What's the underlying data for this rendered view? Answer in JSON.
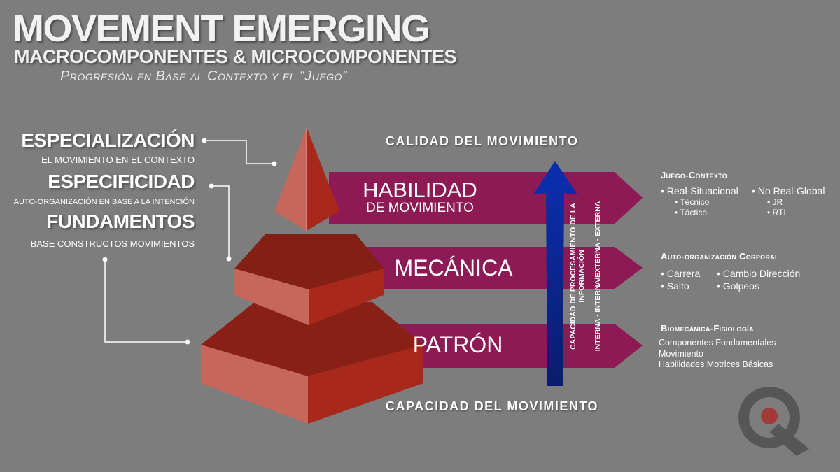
{
  "header": {
    "title": "MOVEMENT EMERGING",
    "subtitle": "MACROCOMPONENTES & MICROCOMPONENTES",
    "tagline": "Progresión en Base al Contexto y el “Juego”"
  },
  "levels": [
    {
      "title": "ESPECIALIZACIÓN",
      "desc": "EL MOVIMIENTO EN EL CONTEXTO"
    },
    {
      "title": "ESPECIFICIDAD",
      "desc": "AUTO-ORGANIZACIÓN EN BASE A LA INTENCIÓN"
    },
    {
      "title": "FUNDAMENTOS",
      "desc": "BASE CONSTRUCTOS MOVIMIENTOS"
    }
  ],
  "top_label": "CALIDAD DEL MOVIMIENTO",
  "bottom_label": "CAPACIDAD DEL MOVIMIENTO",
  "bands": [
    {
      "line1": "HABILIDAD",
      "line2": "DE MOVIMIENTO"
    },
    {
      "line1": "MECÁNICA"
    },
    {
      "line1": "PATRÓN"
    }
  ],
  "vertical_arrow": {
    "line1": "CAPACIDAD DE PROCESAMIENTO DE LA",
    "line2": "INFORMACIÓN",
    "line3": "INTERNA · INTERNA/EXTERNA · EXTERNA"
  },
  "right": {
    "juego": {
      "heading": "Juego-Contexto",
      "col1": {
        "item": "Real-Situacional",
        "subs": [
          "Técnico",
          "Táctico"
        ]
      },
      "col2": {
        "item": "No Real-Global",
        "subs": [
          "JR",
          "RTI"
        ]
      }
    },
    "auto": {
      "heading": "Auto-organización Corporal",
      "col1": [
        "Carrera",
        "Salto"
      ],
      "col2": [
        "Cambio Dirección",
        "Golpeos"
      ]
    },
    "bio": {
      "heading": "Biomecánica-Fisiología",
      "lines": [
        "Componentes Fundamentales",
        "Movimiento",
        "Habilidades Motrices Básicas"
      ]
    }
  },
  "colors": {
    "background": "#7d7d7d",
    "band": "#8e1a55",
    "pyramid_light": "#c6675b",
    "pyramid_mid": "#a8281b",
    "pyramid_dark": "#831f13",
    "arrow": "#0d2a9a"
  },
  "logo": {
    "icon": "q-logo-icon"
  }
}
